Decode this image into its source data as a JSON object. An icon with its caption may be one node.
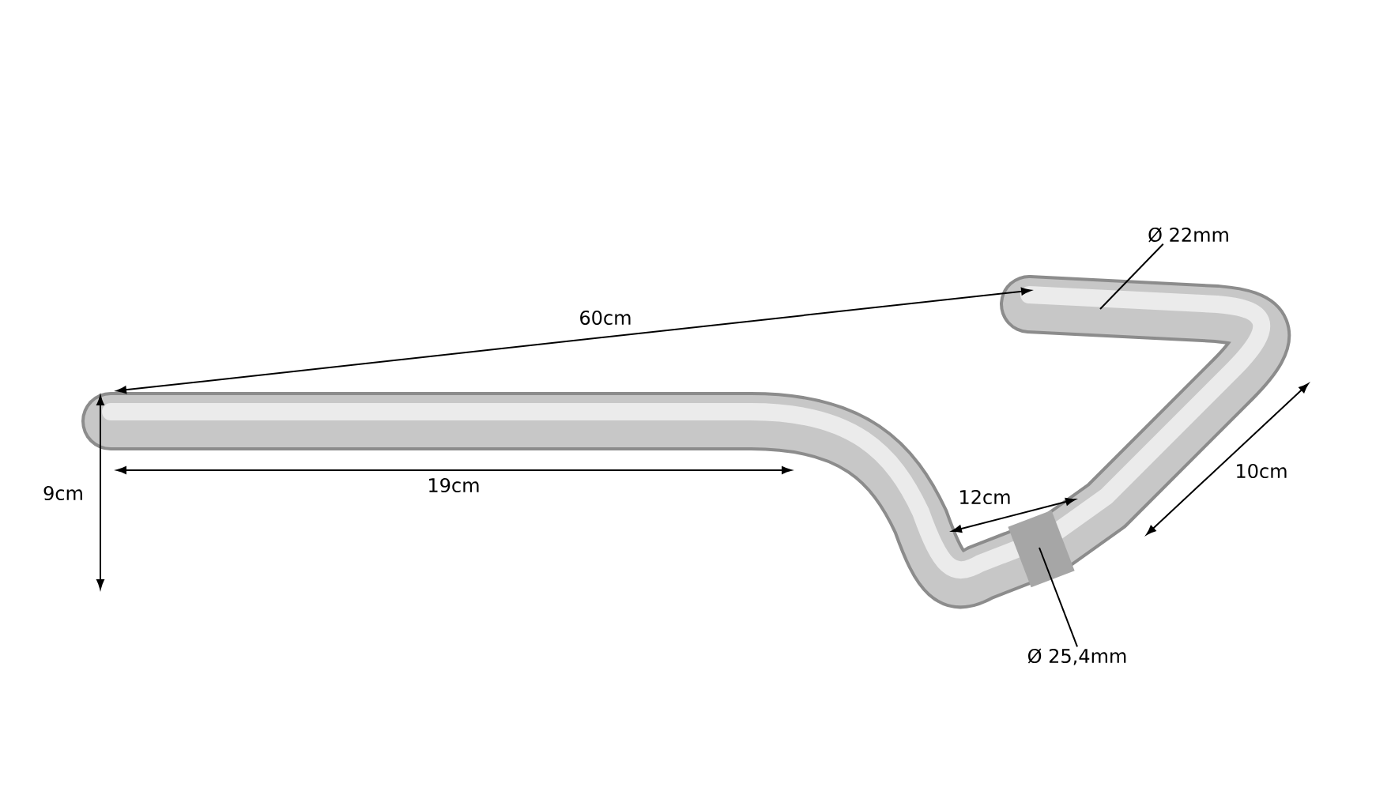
{
  "diagram": {
    "nodes": [
      {
        "text": [
          "Ø 22mm"
        ]
      },
      {
        "text": [
          "Ø 25,4mm"
        ]
      }
    ],
    "edges": [
      {
        "from": 0,
        "to": null,
        "arrow": "none"
      },
      {
        "from": 1,
        "to": null,
        "arrow": "none"
      }
    ],
    "labels": [
      "60cm",
      "9cm",
      "19cm",
      "12cm",
      "10cm"
    ]
  }
}
